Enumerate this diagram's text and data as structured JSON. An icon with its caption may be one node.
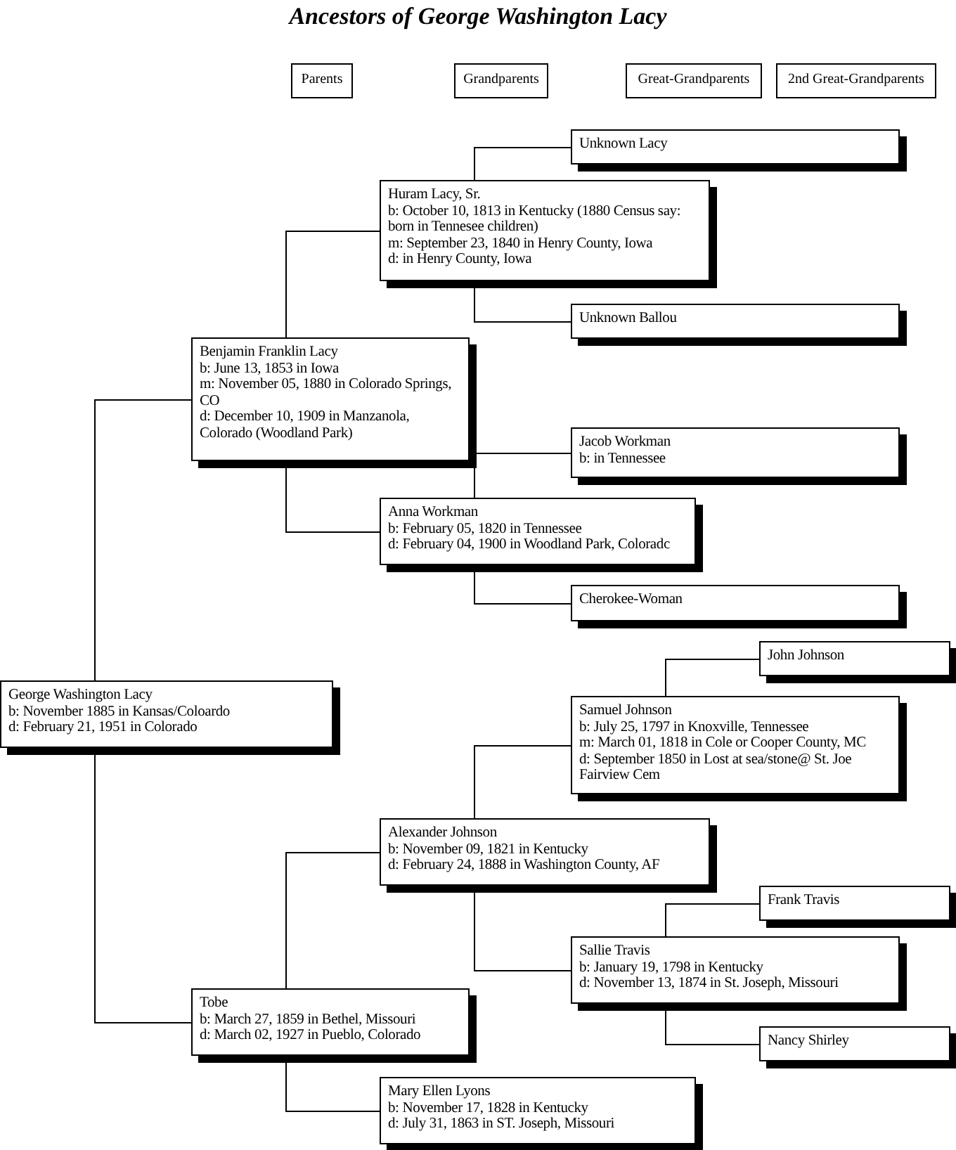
{
  "diagram": {
    "title": "Ancestors of George Washington Lacy",
    "nodes": [
      {
        "text": [
          "Parents"
        ]
      },
      {
        "text": [
          "Grandparents"
        ]
      },
      {
        "text": [
          "Great-Grandparents"
        ]
      },
      {
        "text": [
          "2nd Great-Grandparents"
        ]
      },
      {
        "text": [
          "Unknown Lacy"
        ]
      },
      {
        "text": [
          "Huram Lacy, Sr.",
          "b: October 10, 1813 in Kentucky (1880 Census say: born in Tennesee children)",
          "m: September 23, 1840 in Henry County, Iowa",
          "d: in Henry County, Iowa"
        ]
      },
      {
        "text": [
          "Unknown Ballou"
        ]
      },
      {
        "text": [
          "Benjamin Franklin Lacy",
          "b: June 13, 1853 in Iowa",
          "m: November 05, 1880 in Colorado Springs, CO",
          "d: December 10, 1909 in Manzanola, Colorado (Woodland Park)"
        ]
      },
      {
        "text": [
          "Jacob Workman",
          "b: in Tennessee"
        ]
      },
      {
        "text": [
          "Anna Workman",
          "b: February 05, 1820 in Tennessee",
          "d: February 04, 1900 in Woodland Park, Coloradc"
        ]
      },
      {
        "text": [
          "Cherokee-Woman"
        ]
      },
      {
        "text": [
          "John Johnson"
        ]
      },
      {
        "text": [
          "George Washington Lacy",
          "b: November 1885 in Kansas/Coloardo",
          "d: February 21, 1951 in Colorado"
        ]
      },
      {
        "text": [
          "Samuel Johnson",
          "b: July 25, 1797 in Knoxville, Tennessee",
          "m: March 01, 1818 in Cole or Cooper County, MC",
          "d: September 1850 in Lost at sea/stone@ St. Joe Fairview Cem"
        ]
      },
      {
        "text": [
          "Alexander Johnson",
          "b: November 09, 1821 in Kentucky",
          "d: February 24, 1888 in Washington County, AF"
        ]
      },
      {
        "text": [
          "Frank Travis"
        ]
      },
      {
        "text": [
          "Sallie Travis",
          "b: January 19, 1798 in Kentucky",
          "d: November 13, 1874 in St. Joseph, Missouri"
        ]
      },
      {
        "text": [
          "Tobe",
          "b: March 27, 1859 in Bethel, Missouri",
          "d: March 02, 1927 in Pueblo, Colorado"
        ]
      },
      {
        "text": [
          "Nancy Shirley"
        ]
      },
      {
        "text": [
          "Mary Ellen Lyons",
          "b: November 17, 1828 in Kentucky",
          "d: July 31, 1863 in ST. Joseph, Missouri"
        ]
      }
    ],
    "edges": [
      {
        "from": 12,
        "to": 7,
        "arrow": "none"
      },
      {
        "from": 12,
        "to": 17,
        "arrow": "none"
      },
      {
        "from": 7,
        "to": 5,
        "arrow": "none"
      },
      {
        "from": 7,
        "to": 9,
        "arrow": "none"
      },
      {
        "from": 5,
        "to": 4,
        "arrow": "none"
      },
      {
        "from": 5,
        "to": 6,
        "arrow": "none"
      },
      {
        "from": 9,
        "to": 8,
        "arrow": "none"
      },
      {
        "from": 9,
        "to": 10,
        "arrow": "none"
      },
      {
        "from": 17,
        "to": 14,
        "arrow": "none"
      },
      {
        "from": 17,
        "to": 19,
        "arrow": "none"
      },
      {
        "from": 14,
        "to": 13,
        "arrow": "none"
      },
      {
        "from": 14,
        "to": 16,
        "arrow": "none"
      },
      {
        "from": 13,
        "to": 11,
        "arrow": "none"
      },
      {
        "from": 16,
        "to": 15,
        "arrow": "none"
      },
      {
        "from": 16,
        "to": 18,
        "arrow": "none"
      }
    ]
  }
}
